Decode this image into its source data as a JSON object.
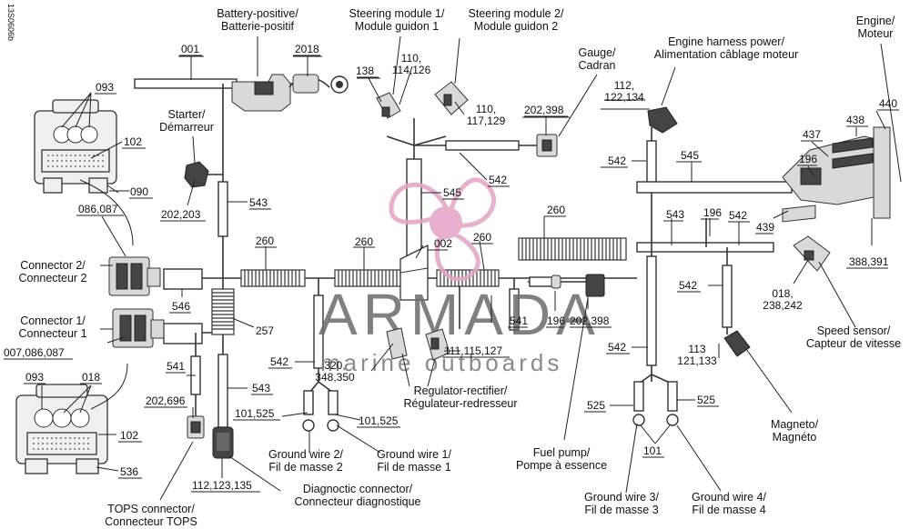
{
  "figure_id": "13S0606b",
  "labels": {
    "battery": "Battery-positive/\nBatterie-positif",
    "steer1": "Steering module 1/\nModule guidon 1",
    "steer2": "Steering module 2/\nModule guidon 2",
    "gauge": "Gauge/\nCadran",
    "engine_power": "Engine harness power/\nAlimentation câblage moteur",
    "engine": "Engine/\nMoteur",
    "starter": "Starter/\nDémarreur",
    "connector2": "Connector 2/\nConnecteur 2",
    "connector1": "Connector 1/\nConnecteur 1",
    "speed": "Speed sensor/\nCapteur de vitesse",
    "regulator": "Regulator-rectifier/\nRégulateur-redresseur",
    "magneto": "Magneto/\nMagnéto",
    "ground2": "Ground wire 2/\nFil de masse 2",
    "ground1": "Ground wire 1/\nFil de masse 1",
    "fuel": "Fuel pump/\nPompe à essence",
    "ground3": "Ground wire 3/\nFil de masse 3",
    "ground4": "Ground wire 4/\nFil de masse 4",
    "tops": "TOPS connector/\nConnecteur TOPS",
    "diag": "Diagnoctic connector/\nConnecteur diagnostique"
  },
  "callouts": {
    "c001": "001",
    "c2018": "2018",
    "c138": "138",
    "c110a": "110,\n114,126",
    "c110b": "110,\n117,129",
    "c202_398a": "202,398",
    "c112": "112,\n122,134",
    "c438": "438",
    "c440": "440",
    "c437": "437",
    "c196a": "196",
    "c093a": "093",
    "c102a": "102",
    "c090": "090",
    "c202_203": "202,203",
    "c543a": "543",
    "c545a": "545",
    "c542a": "542",
    "c542b": "542",
    "c545b": "545",
    "c086": "086,087",
    "c260a": "260",
    "c260b": "260",
    "c002": "002",
    "c260c": "260",
    "c260d": "260",
    "c543b": "543",
    "c196b": "196",
    "c542c": "542",
    "c439": "439",
    "c388": "388,391",
    "c546": "546",
    "c257": "257",
    "c541a": "541",
    "c196c": "196",
    "c202_398b": "202,398",
    "c542d": "542",
    "c018a": "018,\n238,242",
    "c007": "007,086,087",
    "c542e": "542",
    "c320": "320,\n348,350",
    "c111": "111,115,127",
    "c542f": "542",
    "c113": "113\n121,133",
    "c541b": "541",
    "c093b": "093",
    "c018b": "018",
    "c543c": "543",
    "c202_696": "202,696",
    "c101_525a": "101,525",
    "c101_525b": "101,525",
    "c525a": "525",
    "c525b": "525",
    "c102b": "102",
    "c101": "101",
    "c536": "536",
    "c112_123": "112,123,135"
  },
  "watermark": {
    "brand": "ARMADA",
    "tagline": "marine outboards"
  },
  "colors": {
    "line": "#333333",
    "watermark_pink": "#e4a3c4",
    "watermark_text": "#6b6b6b"
  }
}
